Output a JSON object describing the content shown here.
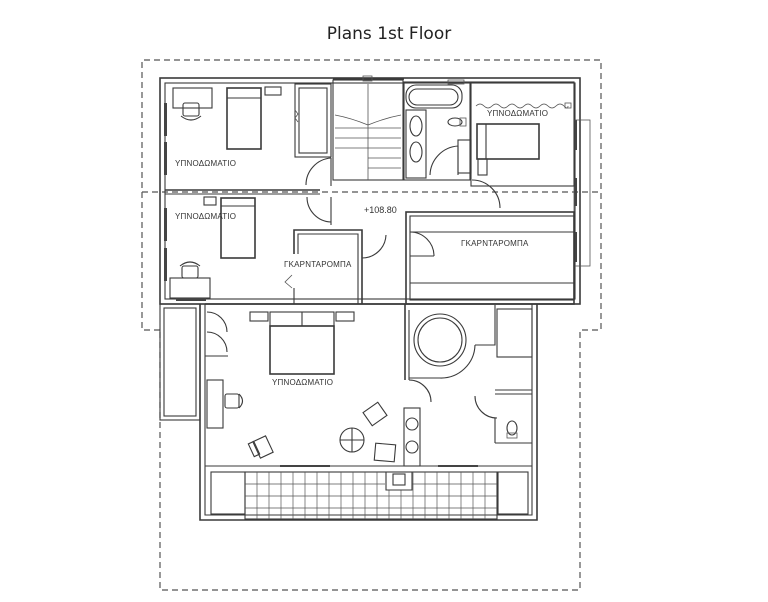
{
  "title": "Plans 1st Floor",
  "plan": {
    "level_marker": "+108.80",
    "rooms": [
      {
        "id": "bedroom-1",
        "label": "ΥΠΝΟΔΩΜΑΤΙΟ"
      },
      {
        "id": "bedroom-2",
        "label": "ΥΠΝΟΔΩΜΑΤΙΟ"
      },
      {
        "id": "bedroom-3",
        "label": "ΥΠΝΟΔΩΜΑΤΙΟ"
      },
      {
        "id": "master-bedroom",
        "label": "ΥΠΝΟΔΩΜΑΤΙΟ"
      },
      {
        "id": "wardrobe-1",
        "label": "ΓΚΑΡΝΤΑΡΟΜΠΑ"
      },
      {
        "id": "wardrobe-2",
        "label": "ΓΚΑΡΝΤΑΡΟΜΠΑ"
      }
    ],
    "colors": {
      "line": "#3a3a3a",
      "background": "#ffffff",
      "text": "#333333"
    }
  }
}
